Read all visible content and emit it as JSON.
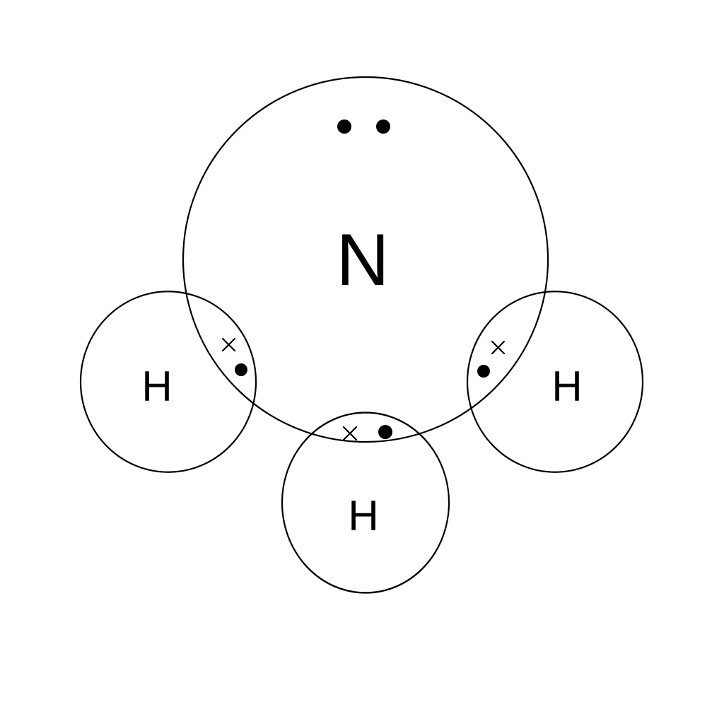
{
  "diagram": {
    "stroke_color": "#000000",
    "background_color": "#ffffff",
    "atoms": [
      {
        "symbol": "N"
      },
      {
        "symbol": "H"
      },
      {
        "symbol": "H"
      },
      {
        "symbol": "H"
      }
    ],
    "lone_pair": {
      "electrons": 2,
      "owner": "N",
      "marker": "dot"
    },
    "bonds": [
      {
        "between": [
          "N",
          "H"
        ],
        "electrons": [
          "cross",
          "dot"
        ]
      },
      {
        "between": [
          "N",
          "H"
        ],
        "electrons": [
          "cross",
          "dot"
        ]
      },
      {
        "between": [
          "N",
          "H"
        ],
        "electrons": [
          "cross",
          "dot"
        ]
      }
    ]
  }
}
